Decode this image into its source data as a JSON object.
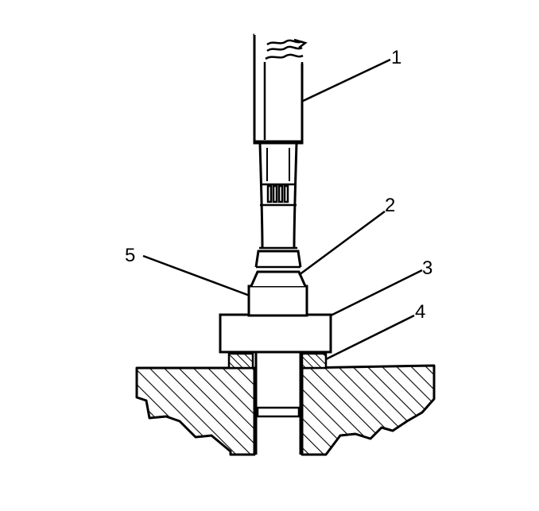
{
  "callouts": [
    {
      "number": "1"
    },
    {
      "number": "2"
    },
    {
      "number": "3"
    },
    {
      "number": "4"
    },
    {
      "number": "5"
    }
  ],
  "colors": {
    "ink": "#000000",
    "paper": "#ffffff"
  }
}
